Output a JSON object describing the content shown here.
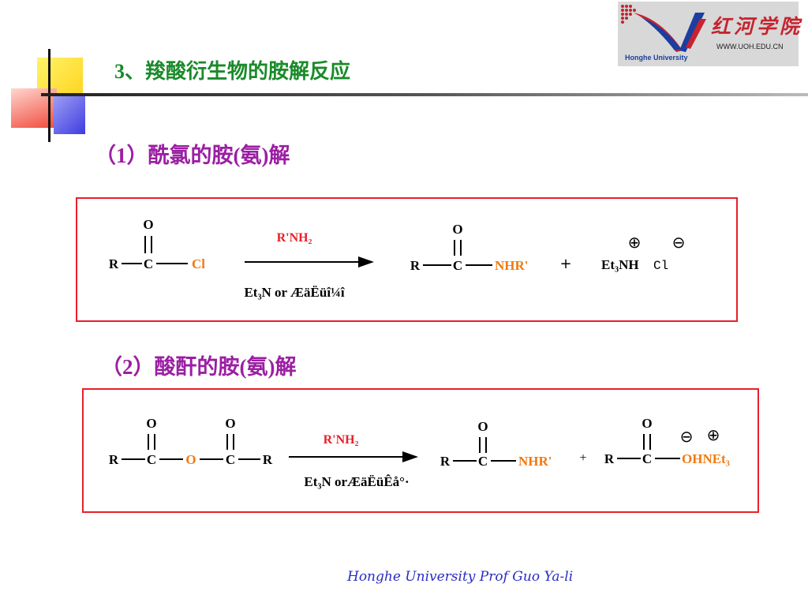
{
  "slide": {
    "title": "3、羧酸衍生物的胺解反应",
    "section1": "（1）酰氯的胺(氨)解",
    "section2": "（2）酸酐的胺(氨)解",
    "footer": "Honghe University  Prof Guo Ya-li"
  },
  "logo": {
    "chinese_name": "红河学院",
    "url": "WWW.UOH.EDU.CN",
    "english_name": "Honghe University"
  },
  "reaction1": {
    "reactant": {
      "o": "O",
      "r": "R",
      "c": "C",
      "cl": "Cl"
    },
    "reagent_above": "R'NH₂",
    "reagent_below": "Et₃N or ÆäËüî¼î",
    "product": {
      "o": "O",
      "r": "R",
      "c": "C",
      "nhr": "NHR'"
    },
    "plus": "+",
    "salt_cation": "Et₃NH",
    "salt_anion": "Cl",
    "charge_plus": "⊕",
    "charge_minus": "⊖"
  },
  "reaction2": {
    "reactant": {
      "o1": "O",
      "o2": "O",
      "r1": "R",
      "c1": "C",
      "o_bridge": "O",
      "c2": "C",
      "r2": "R"
    },
    "reagent_above": "R'NH₂",
    "reagent_below": "Et₃N orÆäËüÊå°·",
    "product": {
      "o": "O",
      "r": "R",
      "c": "C",
      "nhr": "NHR'"
    },
    "plus": "+",
    "salt": {
      "o": "O",
      "r": "R",
      "c": "C",
      "ohnet3": "OHNEt₃"
    },
    "charge_minus": "⊖",
    "charge_plus": "⊕"
  },
  "colors": {
    "title": "#1a8a2a",
    "subtitle": "#9b1fa3",
    "box_border": "#e8202a",
    "reagent": "#e8202a",
    "group_orange": "#f07a10",
    "footer": "#2a2cc4"
  }
}
